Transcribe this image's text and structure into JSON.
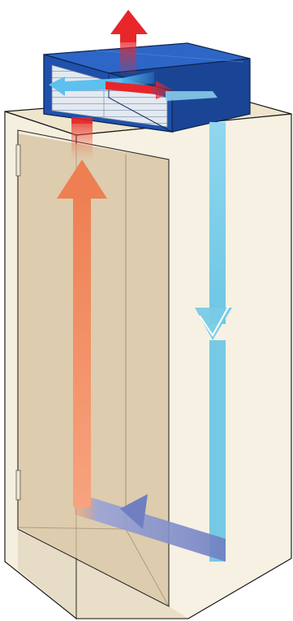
{
  "colors": {
    "cabinet_fill": "#f6efdf",
    "cabinet_top": "#f0e6cf",
    "cabinet_outline": "#1a1a1a",
    "cabinet_interior": "#d9c6a4",
    "cooler_front": "#1e4fa8",
    "cooler_top": "#2c64c4",
    "cooler_side": "#163d88",
    "grille": "#dfe6ee",
    "hot_air": "#f08a5d",
    "exhaust_air": "#e8262a",
    "cold_air": "#79cde8",
    "return_air": "#6f7fc2",
    "intake_air": "#4fb6ea"
  },
  "diagram": {
    "components": [
      "cabinet",
      "cabinet-door",
      "top-mounted-cooling-unit"
    ],
    "airflows": [
      "exhaust-up",
      "intake-left",
      "internal-transfer",
      "hot-air-rising",
      "cold-air-falling",
      "bottom-return"
    ]
  }
}
